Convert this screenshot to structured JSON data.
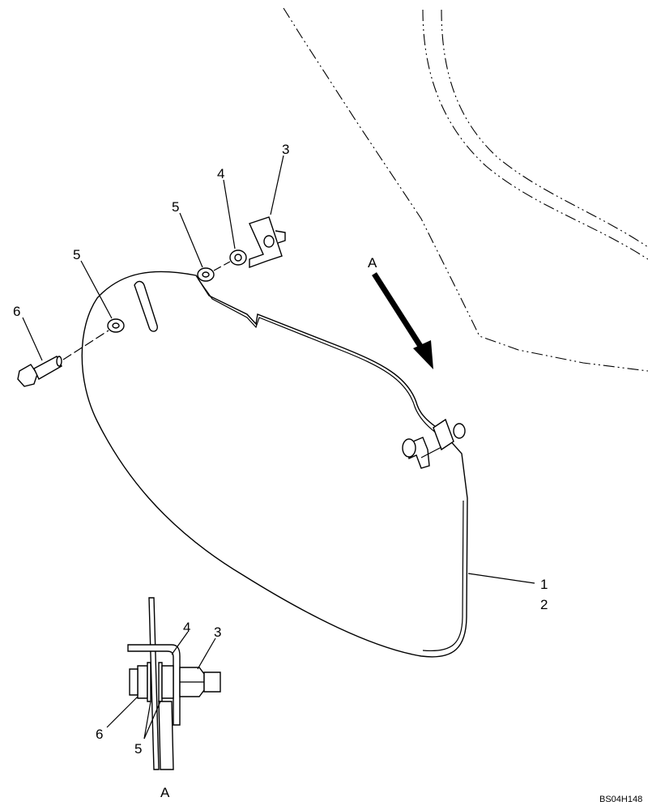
{
  "callouts": {
    "c1": "1",
    "c2": "2",
    "c3": "3",
    "c4": "4",
    "c5a": "5",
    "c5b": "5",
    "c6": "6"
  },
  "view": {
    "arrow_label": "A",
    "c3": "3",
    "c4": "4",
    "c5": "5",
    "c6": "6",
    "caption": "A"
  },
  "drawing_code": "BS04H148"
}
